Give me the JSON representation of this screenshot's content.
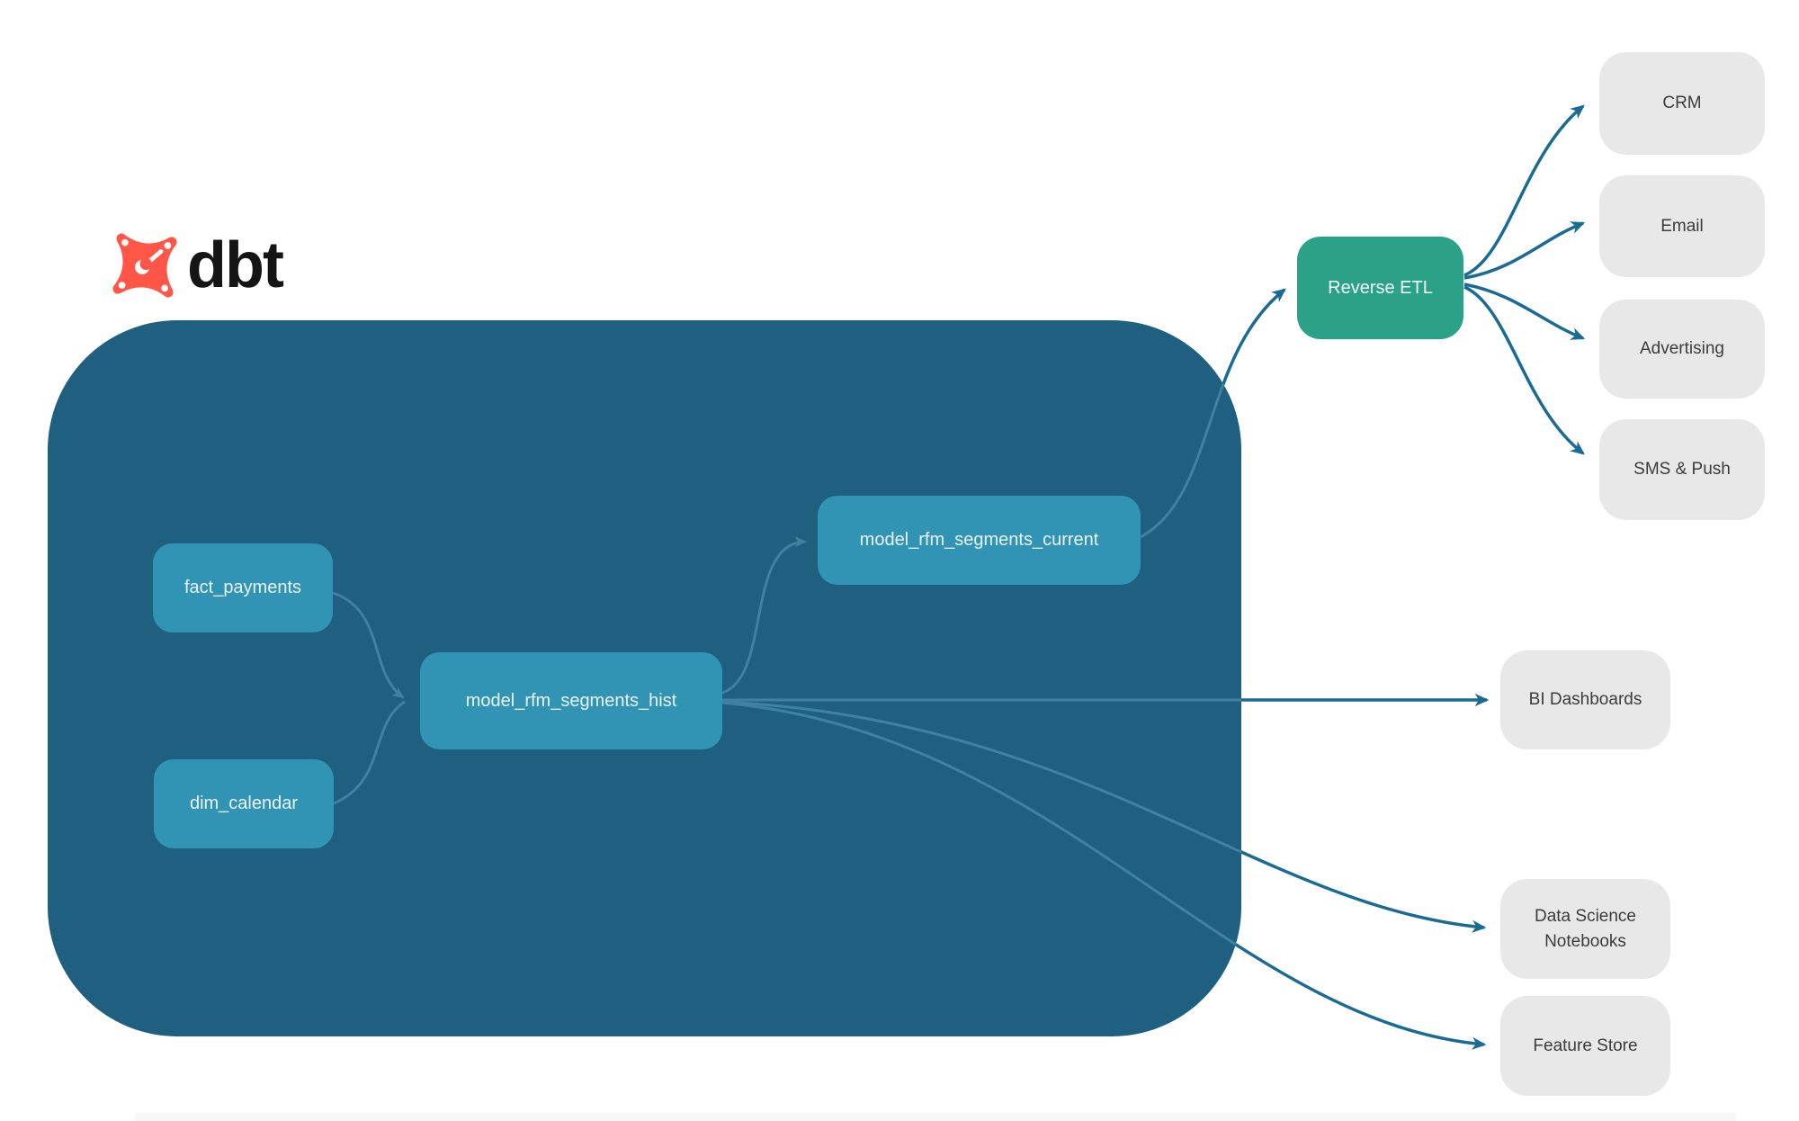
{
  "brand": {
    "name": "dbt"
  },
  "dbt_box": {
    "nodes": [
      {
        "id": "fact_payments",
        "label": "fact_payments",
        "type": "source table"
      },
      {
        "id": "dim_calendar",
        "label": "dim_calendar",
        "type": "source table"
      },
      {
        "id": "model_rfm_segments_hist",
        "label": "model_rfm_segments_hist",
        "type": "model"
      },
      {
        "id": "model_rfm_segments_current",
        "label": "model_rfm_segments_current",
        "type": "model"
      }
    ]
  },
  "reverse_etl": {
    "label": "Reverse ETL"
  },
  "destinations": [
    {
      "id": "crm",
      "label": "CRM"
    },
    {
      "id": "email",
      "label": "Email"
    },
    {
      "id": "advertising",
      "label": "Advertising"
    },
    {
      "id": "sms_push",
      "label": "SMS & Push"
    },
    {
      "id": "bi_dashboards",
      "label": "BI Dashboards"
    },
    {
      "id": "data_science_notebooks",
      "label": "Data Science Notebooks"
    },
    {
      "id": "feature_store",
      "label": "Feature Store"
    }
  ],
  "edges": [
    {
      "from": "fact_payments",
      "to": "model_rfm_segments_hist"
    },
    {
      "from": "dim_calendar",
      "to": "model_rfm_segments_hist"
    },
    {
      "from": "model_rfm_segments_hist",
      "to": "model_rfm_segments_current"
    },
    {
      "from": "model_rfm_segments_current",
      "to": "reverse_etl"
    },
    {
      "from": "reverse_etl",
      "to": "crm"
    },
    {
      "from": "reverse_etl",
      "to": "email"
    },
    {
      "from": "reverse_etl",
      "to": "advertising"
    },
    {
      "from": "reverse_etl",
      "to": "sms_push"
    },
    {
      "from": "model_rfm_segments_hist",
      "to": "bi_dashboards"
    },
    {
      "from": "model_rfm_segments_hist",
      "to": "data_science_notebooks"
    },
    {
      "from": "model_rfm_segments_hist",
      "to": "feature_store"
    }
  ],
  "colors": {
    "canvas_bg": "#ffffff",
    "dbt_box_bg": "#1f5f7f",
    "model_node_bg": "#3294b5",
    "node_text": "#eaf4f8",
    "reverse_etl_bg": "#2ba287",
    "destination_bg": "#e8e8e8",
    "destination_text": "#3c3c3c",
    "arrow_outside": "#1a6b94",
    "arrow_inside": "#3f819e",
    "logo_orange": "#ff5648",
    "brand_text": "#151515"
  }
}
